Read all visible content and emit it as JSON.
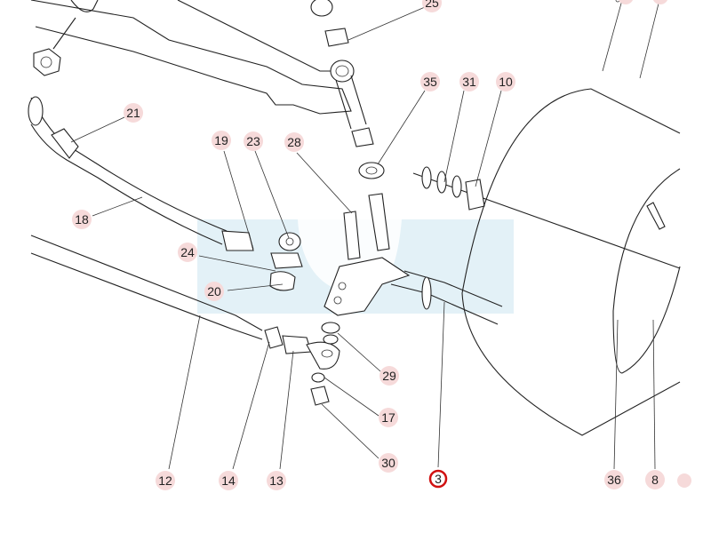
{
  "diagram": {
    "title": "Steering linkage exploded parts diagram",
    "colors": {
      "label_bg": "#f6dada",
      "highlight": "#d01010",
      "watermark": "#e3f1f7"
    },
    "labels": {
      "p25": "25",
      "p35": "35",
      "p31": "31",
      "p10": "10",
      "p21": "21",
      "p19": "19",
      "p23": "23",
      "p28": "28",
      "p18": "18",
      "p24": "24",
      "p20": "20",
      "p29": "29",
      "p17": "17",
      "p30": "30",
      "p12": "12",
      "p14": "14",
      "p13": "13",
      "p3": "3",
      "p36": "36",
      "p8": "8"
    },
    "highlighted_part": "3"
  }
}
